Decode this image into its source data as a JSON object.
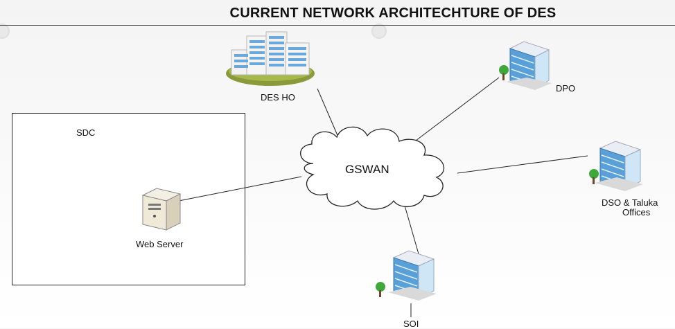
{
  "title": "CURRENT NETWORK ARCHITECHTURE OF DES",
  "nodes": {
    "des_ho": "DES HO",
    "dpo": "DPO",
    "sdc": "SDC",
    "web_server": "Web Server",
    "gswan": "GSWAN",
    "dso_line1": "DSO & Taluka",
    "dso_line2": "Offices",
    "soi": "SOI"
  },
  "colors": {
    "building_blue": "#5aa0d8",
    "building_light": "#cfe6f7",
    "tree_green": "#3fa83a",
    "ho_base": "#8a9a3a"
  }
}
